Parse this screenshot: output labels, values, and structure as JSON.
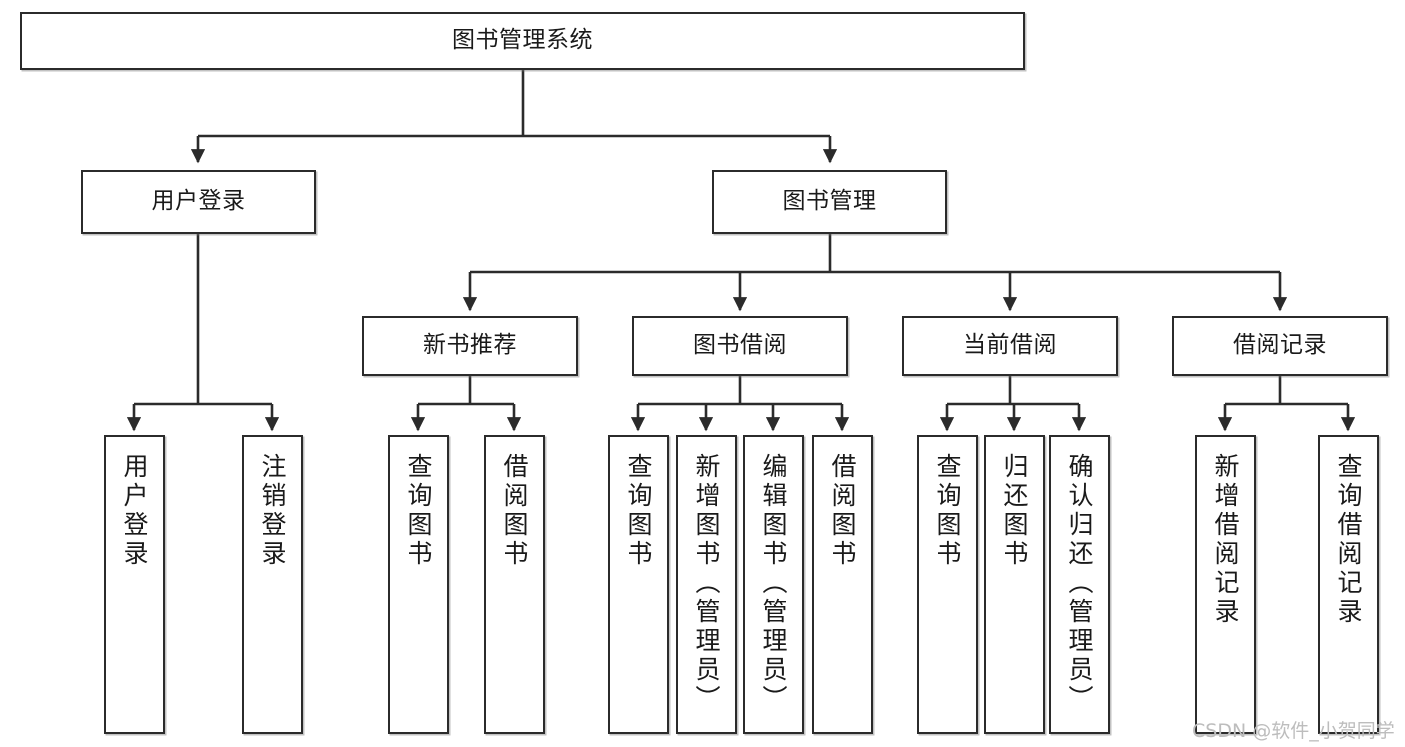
{
  "diagram": {
    "type": "tree-hierarchy-chart",
    "title_node": {
      "label": "图书管理系统"
    },
    "level2": [
      {
        "id": "user-login",
        "label": "用户登录"
      },
      {
        "id": "book-management",
        "label": "图书管理"
      }
    ],
    "level3": [
      {
        "id": "new-book-recommend",
        "label": "新书推荐"
      },
      {
        "id": "book-borrow",
        "label": "图书借阅"
      },
      {
        "id": "current-borrow",
        "label": "当前借阅"
      },
      {
        "id": "borrow-record",
        "label": "借阅记录"
      }
    ],
    "leaves": [
      {
        "id": "leaf-user-login",
        "label": "用户登录",
        "parent": "user-login"
      },
      {
        "id": "leaf-logout-login",
        "label": "注销登录",
        "parent": "user-login"
      },
      {
        "id": "leaf-query-book-1",
        "label": "查询图书",
        "parent": "new-book-recommend"
      },
      {
        "id": "leaf-borrow-book-1",
        "label": "借阅图书",
        "parent": "new-book-recommend"
      },
      {
        "id": "leaf-query-book-2",
        "label": "查询图书",
        "parent": "book-borrow"
      },
      {
        "id": "leaf-add-book",
        "label": "新增图书（管理员）",
        "parent": "book-borrow"
      },
      {
        "id": "leaf-edit-book",
        "label": "编辑图书（管理员）",
        "parent": "book-borrow"
      },
      {
        "id": "leaf-borrow-book-2",
        "label": "借阅图书",
        "parent": "book-borrow"
      },
      {
        "id": "leaf-query-book-3",
        "label": "查询图书",
        "parent": "current-borrow"
      },
      {
        "id": "leaf-return-book",
        "label": "归还图书",
        "parent": "current-borrow"
      },
      {
        "id": "leaf-confirm-return",
        "label": "确认归还（管理员）",
        "parent": "current-borrow"
      },
      {
        "id": "leaf-add-record",
        "label": "新增借阅记录",
        "parent": "borrow-record"
      },
      {
        "id": "leaf-query-record",
        "label": "查询借阅记录",
        "parent": "borrow-record"
      }
    ],
    "watermark": "CSDN @软件_小贺同学",
    "colors": {
      "stroke": "#2b2b2b",
      "fill": "#ffffff",
      "text": "#1a1a1a",
      "watermark": "#bdbdbd"
    }
  }
}
